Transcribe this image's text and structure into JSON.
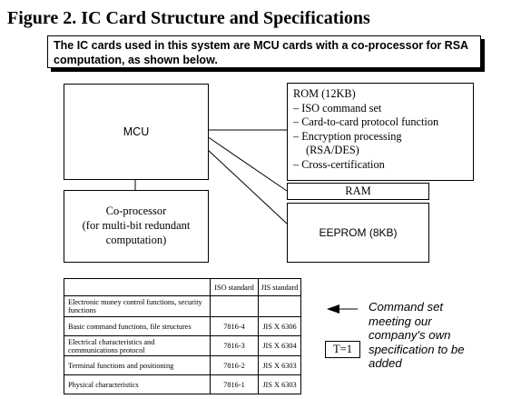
{
  "title": "Figure 2. IC Card Structure and Specifications",
  "intro_text": "The IC cards used in this system are MCU cards with a co-processor for RSA computation, as shown below.",
  "blocks": {
    "mcu": "MCU",
    "coprocessor": [
      "Co-processor",
      "(for multi-bit redundant",
      "computation)"
    ],
    "rom": {
      "heading": "ROM (12KB)",
      "items": [
        "– ISO command set",
        "– Card-to-card protocol function",
        "– Encryption processing",
        "(RSA/DES)",
        "– Cross-certification"
      ]
    },
    "ram": "RAM",
    "eeprom": "EEPROM (8KB)"
  },
  "table": {
    "headers": [
      "",
      "ISO standard",
      "JIS standard"
    ],
    "rows": [
      [
        "Electronic money control functions, security functions",
        "",
        ""
      ],
      [
        "Basic command functions, file structures",
        "7816-4",
        "JIS X 6306"
      ],
      [
        "Electrical characteristics and communications protocol",
        "7816-3",
        "JIS X 6304"
      ],
      [
        "Terminal functions and positioning",
        "7816-2",
        "JIS X 6303"
      ],
      [
        "Physical characteristics",
        "7816-1",
        "JIS X 6303"
      ]
    ]
  },
  "t1_label": "T=1",
  "annotation": [
    "Command set",
    "meeting our",
    "company's own",
    "specification to be",
    "added"
  ]
}
